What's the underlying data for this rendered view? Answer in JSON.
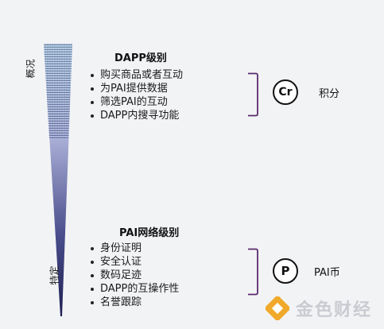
{
  "left_axis": {
    "top_label": "概况",
    "bottom_label": "特定"
  },
  "dapp_section": {
    "title": "DAPP级别",
    "items": [
      "购买商品或者互动",
      "为PAI提供数据",
      "筛选PAI的互动",
      "DAPP内搜寻功能"
    ],
    "badge_symbol": "Cr",
    "badge_label": "积分"
  },
  "pai_section": {
    "title": "PAI网络级别",
    "items": [
      "身份证明",
      "安全认证",
      "数码足迹",
      "DAPP的互操作性",
      "名誉跟踪"
    ],
    "badge_symbol": "P",
    "badge_label": "PAI币"
  },
  "watermark": {
    "text": "金色财经",
    "logo_icon": "jinse-logo-icon",
    "color": "#f0a92a"
  }
}
